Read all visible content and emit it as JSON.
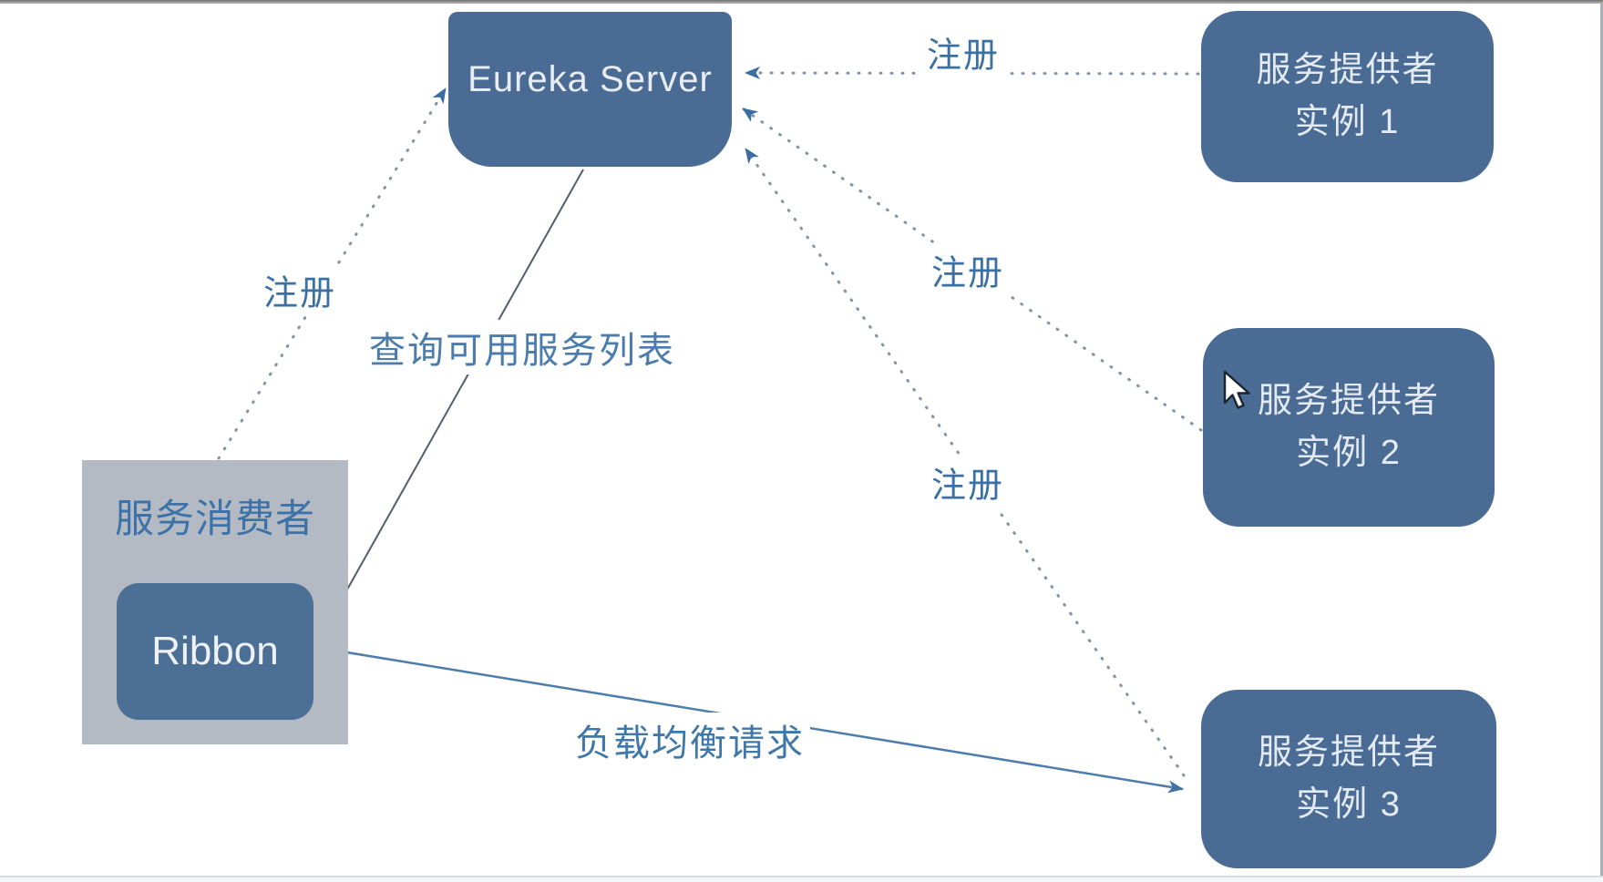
{
  "diagram": {
    "title_hint": "Eureka service registry with Ribbon load balancing",
    "nodes": {
      "eureka": {
        "label": "Eureka Server"
      },
      "provider1": {
        "line1": "服务提供者",
        "line2": "实例 1"
      },
      "provider2": {
        "line1": "服务提供者",
        "line2": "实例 2"
      },
      "provider3": {
        "line1": "服务提供者",
        "line2": "实例 3"
      },
      "consumer": {
        "label": "服务消费者"
      },
      "ribbon": {
        "label": "Ribbon"
      }
    },
    "edge_labels": {
      "register_top": "注册",
      "register_left": "注册",
      "register_mid_upper": "注册",
      "register_mid_lower": "注册",
      "query": "查询可用服务列表",
      "load_balance": "负载均衡请求"
    },
    "colors": {
      "node_fill": "#4a6b93",
      "node_text": "#e4eaf1",
      "consumer_fill": "#b4bac4",
      "consumer_label_text": "#3d72a8",
      "edge_label_text": "#3a70a3",
      "dotted_line": "#8793a0",
      "dotted_arrowhead": "#3c6da0",
      "query_line": "#515e6c",
      "load_balance_line": "#4c7dab"
    }
  }
}
